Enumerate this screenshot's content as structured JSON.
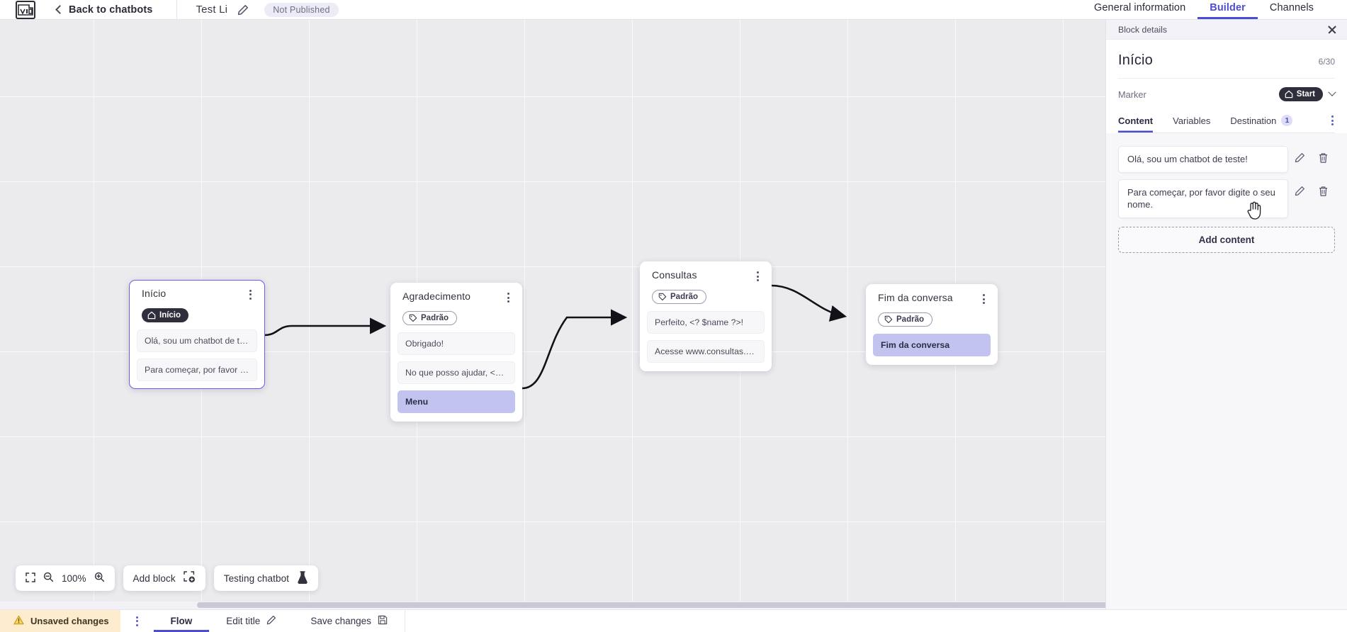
{
  "topbar": {
    "logo_icon": "chatbot-logo-icon",
    "back_label": "Back to chatbots",
    "bot_title": "Test Li",
    "edit_icon": "pencil-icon",
    "publish_status": "Not Published",
    "tabs": [
      {
        "label": "General information",
        "active": false
      },
      {
        "label": "Builder",
        "active": true
      },
      {
        "label": "Channels",
        "active": false
      }
    ]
  },
  "canvas": {
    "zoom_level": "100%",
    "fit_icon": "fit-to-screen-icon",
    "zoom_out_icon": "zoom-out-icon",
    "zoom_in_icon": "zoom-in-icon",
    "add_block_label": "Add block",
    "add_block_icon": "add-block-icon",
    "testing_label": "Testing chatbot",
    "testing_icon": "flask-icon",
    "nodes": [
      {
        "id": "inicio",
        "title": "Início",
        "selected": true,
        "tag": {
          "label": "Início",
          "type": "start",
          "icon": "home-icon"
        },
        "messages": [
          {
            "text": "Olá, sou um chatbot de teste!",
            "kind": "text"
          },
          {
            "text": "Para começar, por favor digite o ...",
            "kind": "text"
          }
        ]
      },
      {
        "id": "agradecimento",
        "title": "Agradecimento",
        "selected": false,
        "tag": {
          "label": "Padrão",
          "type": "default",
          "icon": "tag-icon"
        },
        "messages": [
          {
            "text": "Obrigado!",
            "kind": "text"
          },
          {
            "text": "No que posso ajudar, <? $name ...",
            "kind": "text"
          },
          {
            "text": "Menu",
            "kind": "menu"
          }
        ]
      },
      {
        "id": "consultas",
        "title": "Consultas",
        "selected": false,
        "tag": {
          "label": "Padrão",
          "type": "default",
          "icon": "tag-icon"
        },
        "messages": [
          {
            "text": "Perfeito, <? $name ?>!",
            "kind": "text"
          },
          {
            "text": "Acesse www.consultas.com par...",
            "kind": "text"
          }
        ]
      },
      {
        "id": "fim",
        "title": "Fim da conversa",
        "selected": false,
        "tag": {
          "label": "Padrão",
          "type": "default",
          "icon": "tag-icon"
        },
        "messages": [
          {
            "text": "Fim da conversa",
            "kind": "menu"
          }
        ]
      }
    ]
  },
  "panel": {
    "bar_title": "Block details",
    "close_icon": "close-icon",
    "block_title": "Início",
    "char_count": "6/30",
    "marker_label": "Marker",
    "marker_value": "Start",
    "marker_icon": "home-icon",
    "marker_chevron_icon": "chevron-down-icon",
    "tabs": [
      {
        "label": "Content",
        "active": true,
        "badge": null
      },
      {
        "label": "Variables",
        "active": false,
        "badge": null
      },
      {
        "label": "Destination",
        "active": false,
        "badge": "1"
      }
    ],
    "overflow_icon": "kebab-menu-icon",
    "contents": [
      {
        "text": "Olá, sou um chatbot de teste!",
        "edit_icon": "pencil-icon",
        "delete_icon": "trash-icon"
      },
      {
        "text": "Para começar, por favor digite o seu nome.",
        "edit_icon": "pencil-icon",
        "delete_icon": "trash-icon"
      }
    ],
    "add_content_label": "Add content"
  },
  "statusbar": {
    "unsaved_label": "Unsaved changes",
    "warning_icon": "warning-triangle-icon",
    "kebab_icon": "kebab-menu-icon",
    "items": [
      {
        "label": "Flow",
        "active": true,
        "icon": null
      },
      {
        "label": "Edit title",
        "active": false,
        "icon": "pencil-icon"
      },
      {
        "label": "Save changes",
        "active": false,
        "icon": "save-disk-icon"
      }
    ]
  },
  "colors": {
    "accent": "#4d4dd4",
    "menu_chip": "#c3c3ef",
    "warning_bg": "#fdeccd",
    "selected_border": "#6b5fe0"
  }
}
